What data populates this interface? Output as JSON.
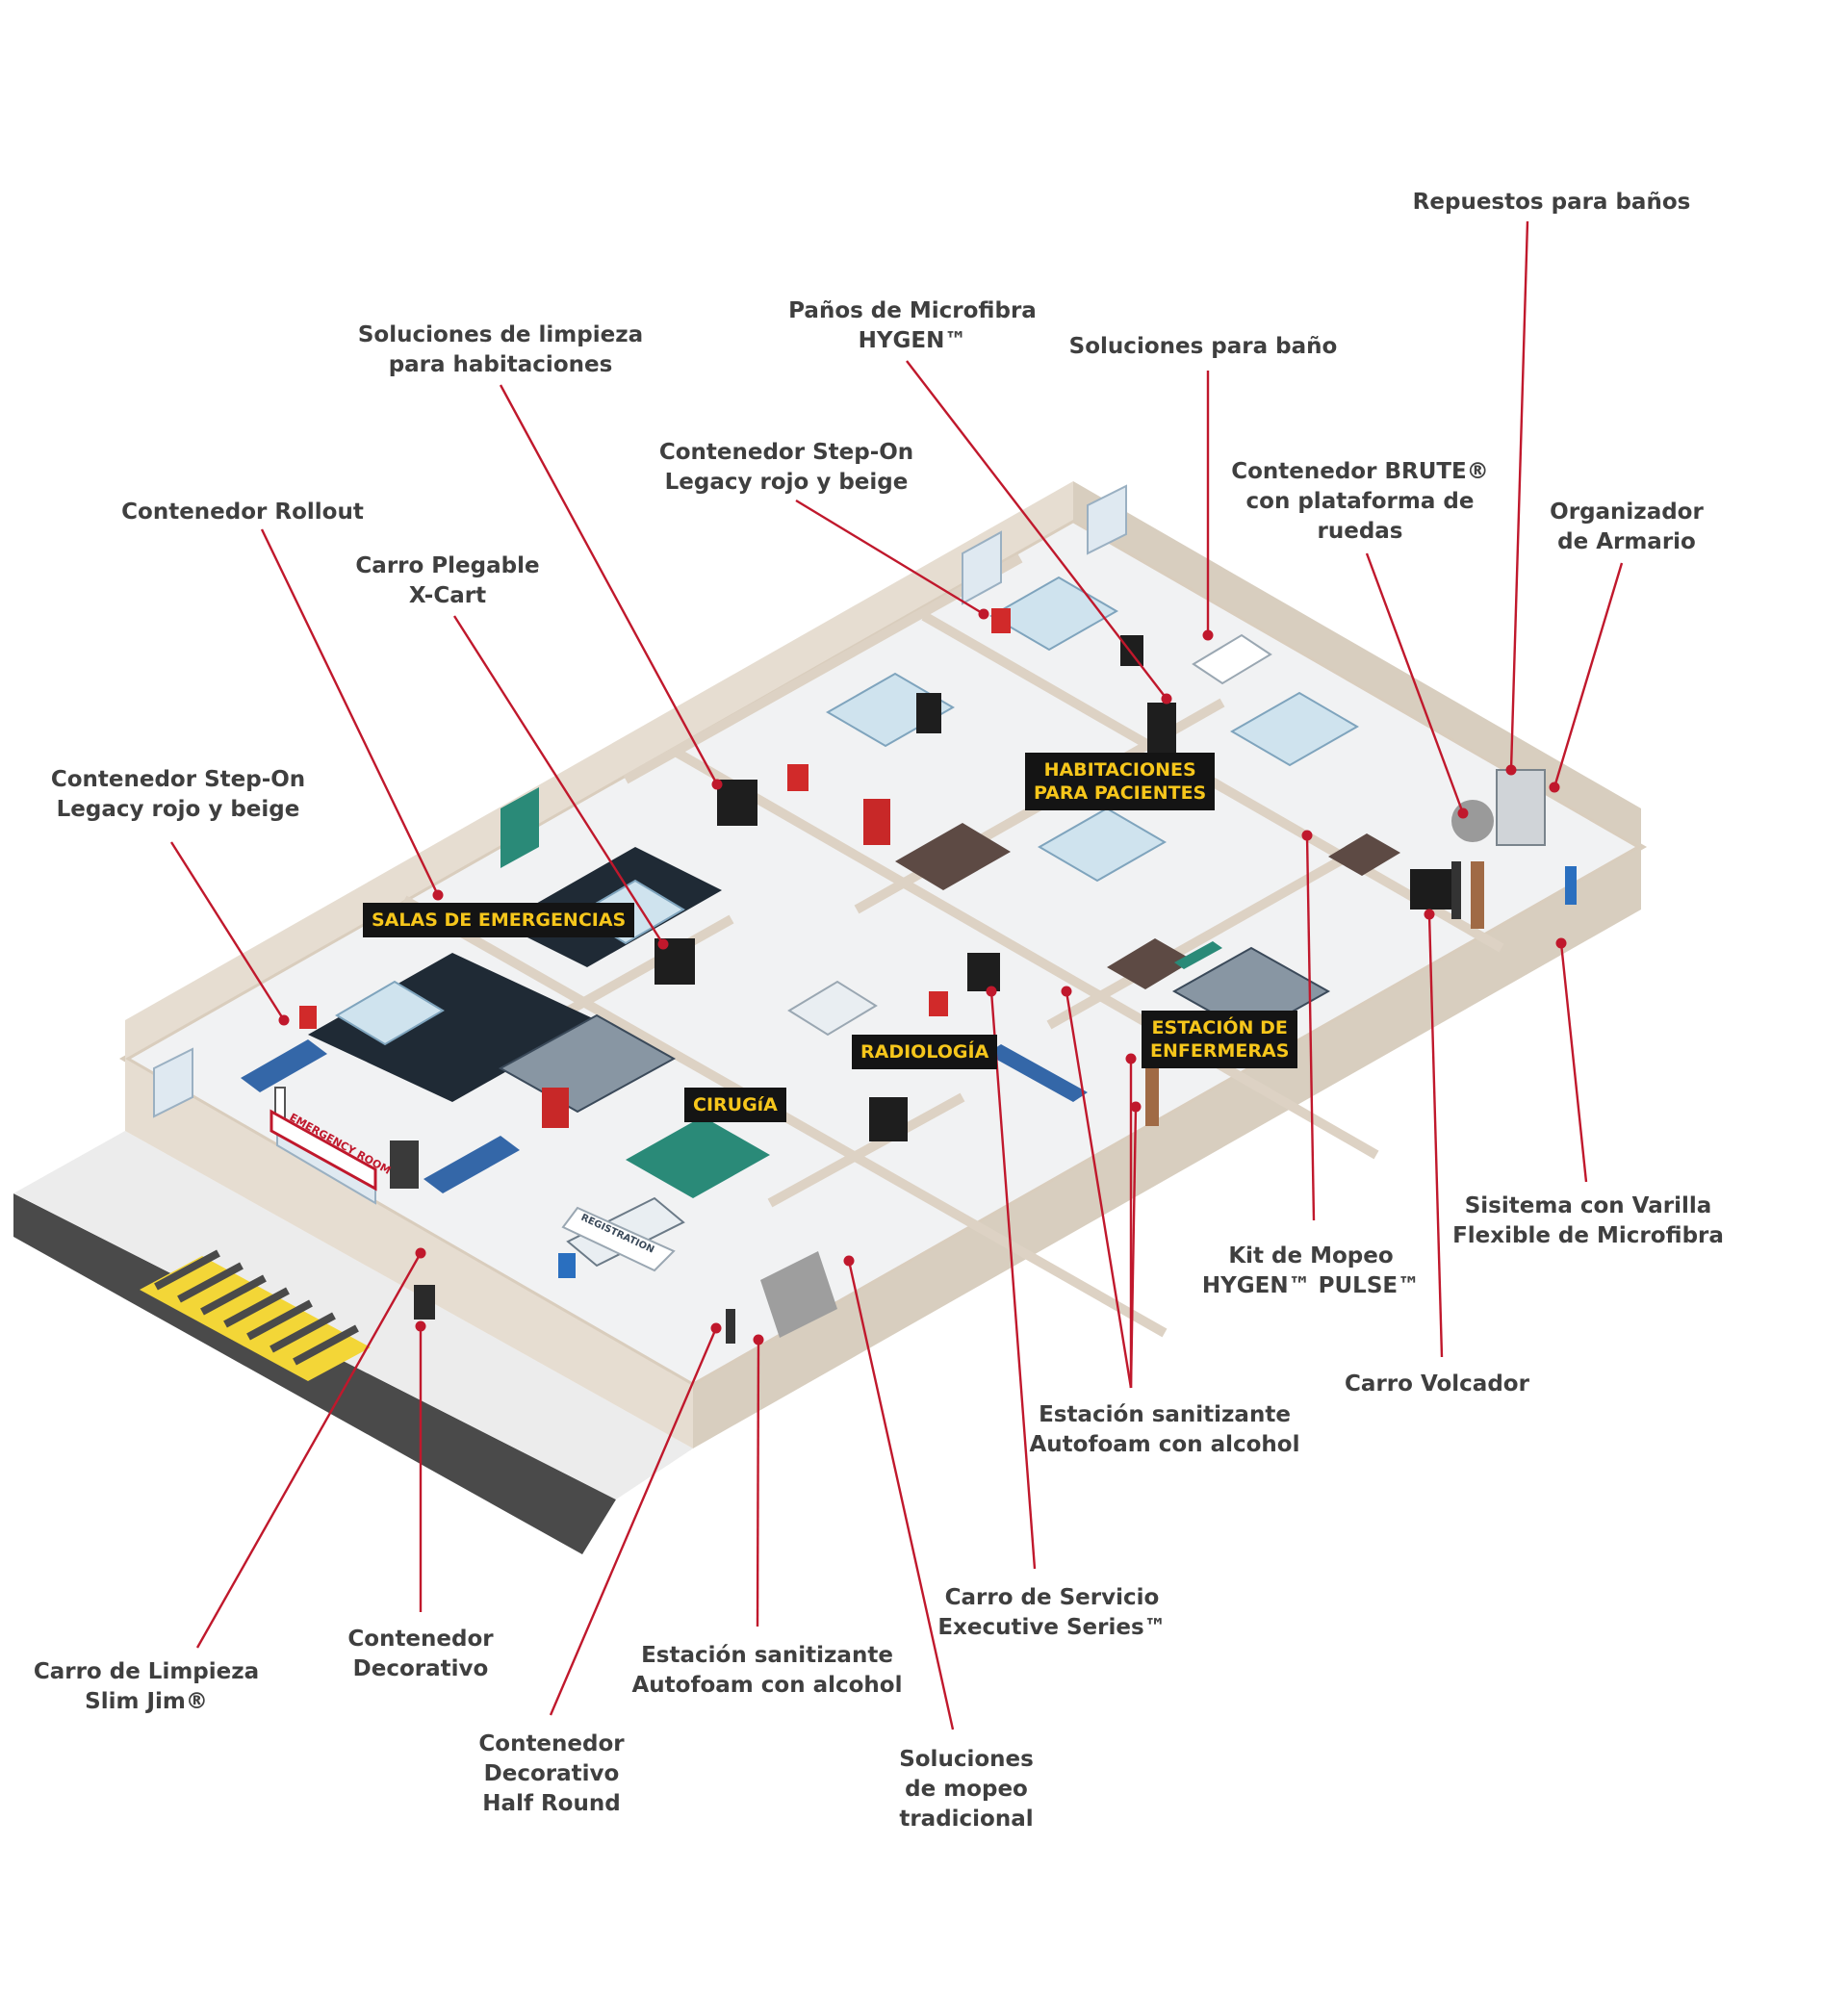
{
  "areas": [
    {
      "id": "emergencias",
      "lines": [
        "SALAS DE EMERGENCIAS"
      ]
    },
    {
      "id": "habitaciones",
      "lines": [
        "HABITACIONES",
        "PARA PACIENTES"
      ]
    },
    {
      "id": "radiologia",
      "lines": [
        "RADIOLOGÍA"
      ]
    },
    {
      "id": "cirugia",
      "lines": [
        "CIRUGíA"
      ]
    },
    {
      "id": "enfermeras",
      "lines": [
        "ESTACIÓN DE",
        "ENFERMERAS"
      ]
    }
  ],
  "sign_text": "EMERGENCY ROOM",
  "desk_text": "REGISTRATION",
  "callouts": [
    {
      "id": "repuestos-banos",
      "lines": [
        "Repuestos para baños"
      ]
    },
    {
      "id": "panos-microfibra",
      "lines": [
        "Paños de Microfibra",
        "HYGEN™"
      ]
    },
    {
      "id": "soluciones-bano",
      "lines": [
        "Soluciones para baño"
      ]
    },
    {
      "id": "soluciones-habitaciones",
      "lines": [
        "Soluciones de limpieza",
        "para habitaciones"
      ]
    },
    {
      "id": "step-on-top",
      "lines": [
        "Contenedor Step-On",
        "Legacy rojo y beige"
      ]
    },
    {
      "id": "brute-plataforma",
      "lines": [
        "Contenedor BRUTE®",
        "con plataforma de",
        "ruedas"
      ]
    },
    {
      "id": "organizador-armario",
      "lines": [
        "Organizador",
        "de Armario"
      ]
    },
    {
      "id": "rollout",
      "lines": [
        "Contenedor Rollout"
      ]
    },
    {
      "id": "x-cart",
      "lines": [
        "Carro Plegable",
        "X-Cart"
      ]
    },
    {
      "id": "step-on-left",
      "lines": [
        "Contenedor Step-On",
        "Legacy rojo y beige"
      ]
    },
    {
      "id": "varilla-flexible",
      "lines": [
        "Sisitema con Varilla",
        "Flexible de Microfibra"
      ]
    },
    {
      "id": "hygen-pulse",
      "lines": [
        "Kit de Mopeo",
        "HYGEN™ PULSE™"
      ]
    },
    {
      "id": "carro-volcador",
      "lines": [
        "Carro Volcador"
      ]
    },
    {
      "id": "autofoam-right",
      "lines": [
        "Estación sanitizante",
        "Autofoam con alcohol"
      ]
    },
    {
      "id": "executive-series",
      "lines": [
        "Carro de Servicio",
        "Executive Series™"
      ]
    },
    {
      "id": "slim-jim",
      "lines": [
        "Carro de Limpieza",
        "Slim Jim®"
      ]
    },
    {
      "id": "contenedor-decorativo",
      "lines": [
        "Contenedor",
        "Decorativo"
      ]
    },
    {
      "id": "autofoam-bottom",
      "lines": [
        "Estación sanitizante",
        "Autofoam con alcohol"
      ]
    },
    {
      "id": "half-round",
      "lines": [
        "Contenedor",
        "Decorativo",
        "Half Round"
      ]
    },
    {
      "id": "mopeo-tradicional",
      "lines": [
        "Soluciones",
        "de mopeo",
        "tradicional"
      ]
    }
  ],
  "colors": {
    "leader": "#c0182c",
    "label": "#3f3f3f",
    "tag_bg": "#141414",
    "tag_text": "#f6c61b",
    "floor": "#f1f2f3",
    "wall": "#e6ddd1",
    "road": "#4a4a4a",
    "crosswalk": "#f3d637",
    "grass": "#ffffff"
  }
}
